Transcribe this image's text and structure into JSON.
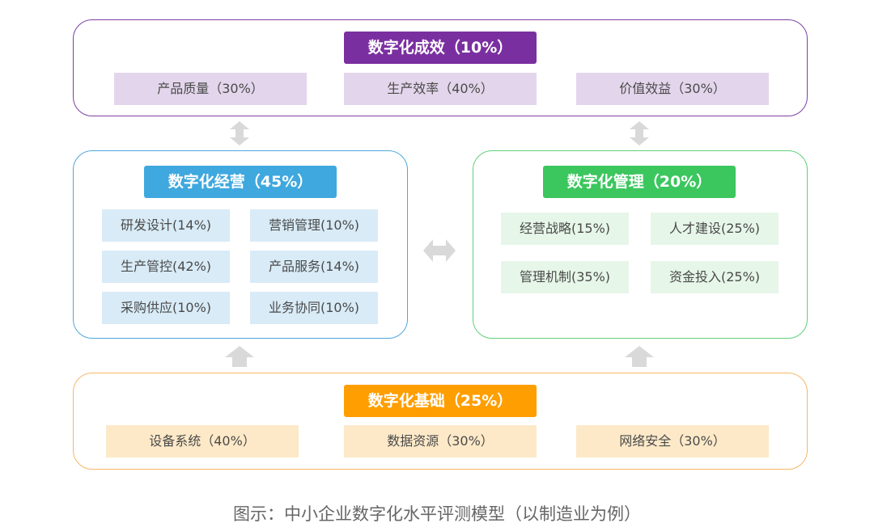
{
  "outcome": {
    "title": "数字化成效（10%）",
    "items": [
      "产品质量（30%）",
      "生产效率（40%）",
      "价值效益（30%）"
    ]
  },
  "operations": {
    "title": "数字化经营（45%）",
    "items": [
      "研发设计(14%)",
      "营销管理(10%)",
      "生产管控(42%)",
      "产品服务(14%)",
      "采购供应(10%)",
      "业务协同(10%)"
    ]
  },
  "management": {
    "title": "数字化管理（20%）",
    "items": [
      "经营战略(15%)",
      "人才建设(25%)",
      "管理机制(35%)",
      "资金投入(25%)"
    ]
  },
  "foundation": {
    "title": "数字化基础（25%）",
    "items": [
      "设备系统（40%）",
      "数据资源（30%）",
      "网络安全（30%）"
    ]
  },
  "caption": "图示：中小企业数字化水平评测模型（以制造业为例）",
  "colors": {
    "outcome": "#7a2fa0",
    "operations": "#3fa8de",
    "management": "#3cc65e",
    "foundation": "#ff9e00",
    "arrow": "#d9d9d9"
  }
}
